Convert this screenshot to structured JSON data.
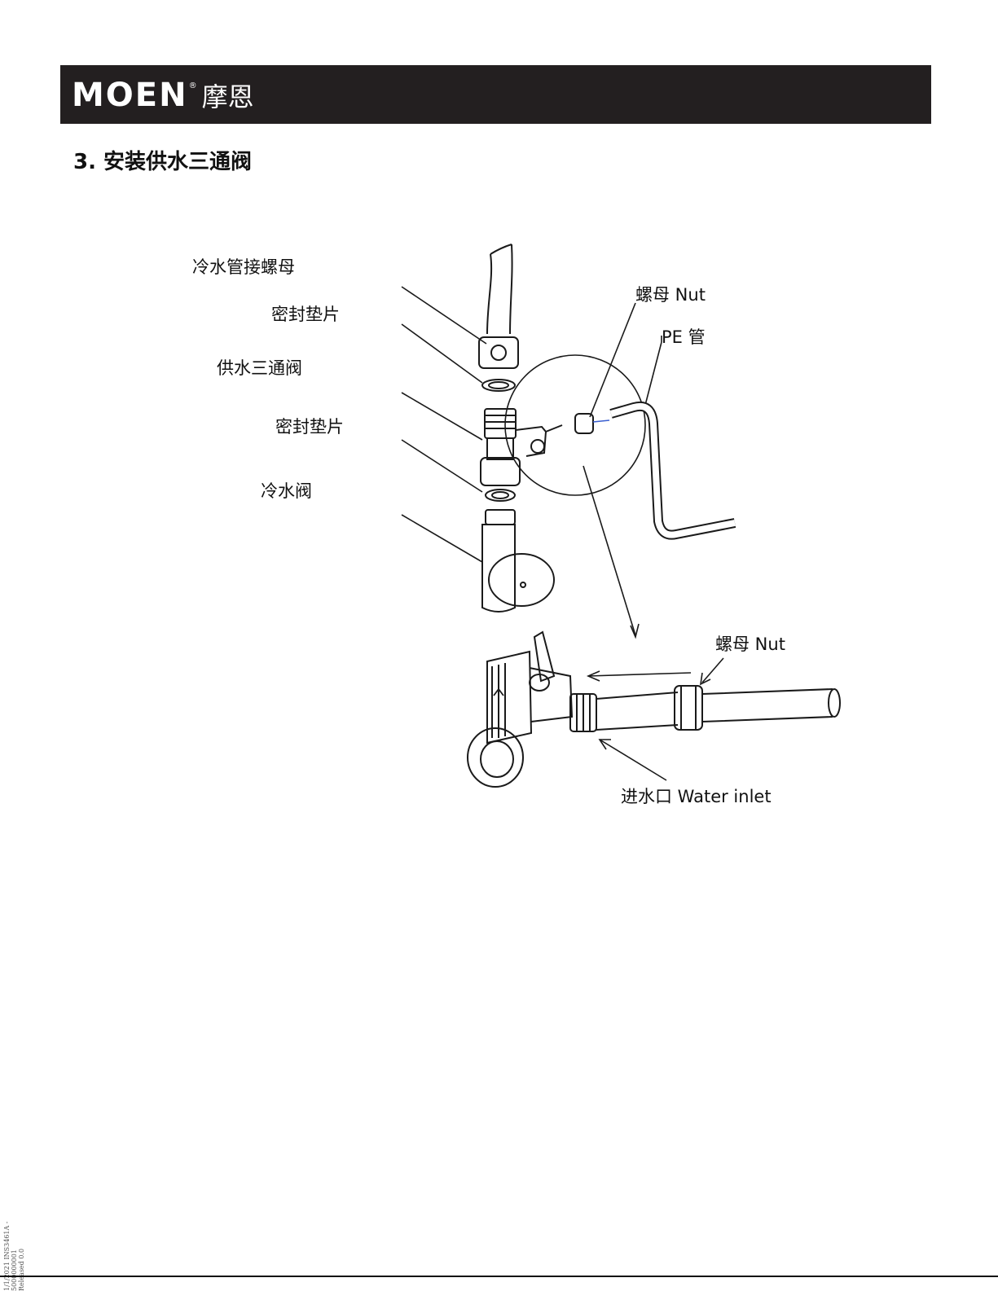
{
  "header": {
    "brand_en": "MOEN",
    "brand_reg": "®",
    "brand_cn": "摩恩",
    "bar_color": "#231f20"
  },
  "section": {
    "title": "3. 安装供水三通阀"
  },
  "labels": {
    "cold_pipe_nut": "冷水管接螺母",
    "gasket_top": "密封垫片",
    "tee_valve": "供水三通阀",
    "gasket_bottom": "密封垫片",
    "cold_valve": "冷水阀",
    "nut_top": "螺母 Nut",
    "pe_tube": "PE 管",
    "nut_bottom": "螺母 Nut",
    "water_inlet": "进水口 Water inlet"
  },
  "footer": {
    "line1": "1/1/2021 INS3461A - 5000000001",
    "line2": "Released 0.0"
  }
}
